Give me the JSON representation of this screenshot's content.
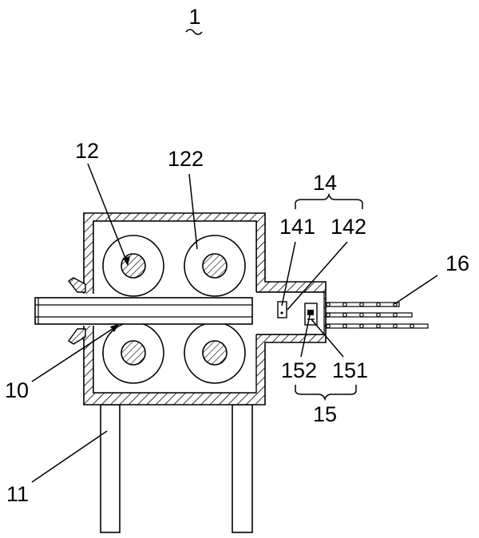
{
  "figure": {
    "number": "1",
    "labels": {
      "l10": "10",
      "l11": "11",
      "l12": "12",
      "l122": "122",
      "l14": "14",
      "l141": "141",
      "l142": "142",
      "l15": "15",
      "l151": "151",
      "l152": "152",
      "l16": "16"
    },
    "colors": {
      "ink": "#000000",
      "paper": "#ffffff"
    }
  }
}
